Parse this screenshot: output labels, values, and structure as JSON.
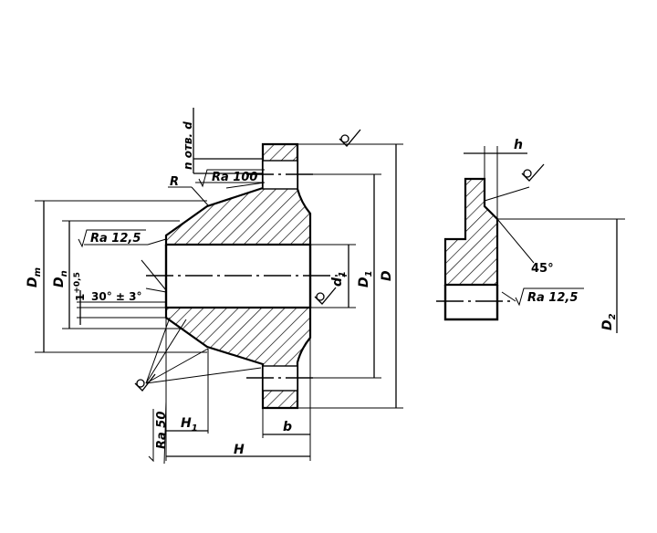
{
  "labels": {
    "n_holes_d": "n отв. d",
    "ra100": "Ra 100",
    "R": "R",
    "ra12_5_left": "Ra 12,5",
    "Dm": "D",
    "Dm_sub": "m",
    "Dn": "D",
    "Dn_sub": "n",
    "tol": "1",
    "tol_sup": "+0,5",
    "angle": "30° ± 3°",
    "d1": "d",
    "d1_sub": "1",
    "D1": "D",
    "D1_sub": "1",
    "D": "D",
    "ra50": "Ra 50",
    "H1": "H",
    "H1_sub": "1",
    "b": "b",
    "H": "H",
    "h": "h",
    "angle45": "45°",
    "ra12_5_right": "Ra 12,5",
    "D2": "D",
    "D2_sub": "2"
  }
}
